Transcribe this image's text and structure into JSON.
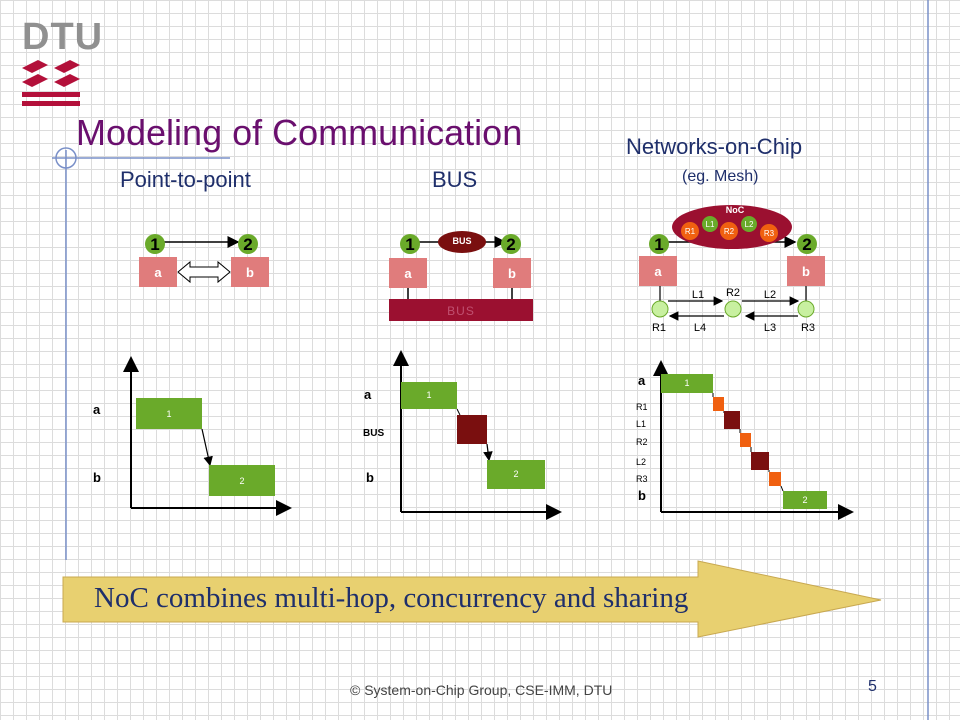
{
  "logo": {
    "text": "DTU"
  },
  "title": "Modeling of Communication",
  "sections": {
    "p2p": {
      "heading": "Point-to-point"
    },
    "bus": {
      "heading": "BUS",
      "bus_label": "BUS",
      "bus_bar_label": "BUS"
    },
    "noc": {
      "heading": "Networks-on-Chip",
      "subheading": "(eg. Mesh)",
      "cloud_label": "NoC"
    }
  },
  "nodes": {
    "one": "1",
    "two": "2",
    "a": "a",
    "b": "b"
  },
  "noc_cloud_routers": [
    "R1",
    "L1",
    "R2",
    "L2",
    "R3"
  ],
  "noc_links": {
    "l1": "L1",
    "r2": "R2",
    "l2": "L2",
    "r1": "R1",
    "l4": "L4",
    "l3": "L3",
    "r3": "R3"
  },
  "timing": {
    "p2p_rows": [
      "a",
      "b"
    ],
    "bus_rows": [
      "a",
      "BUS",
      "b"
    ],
    "noc_rows": [
      "a",
      "R1",
      "L1",
      "R2",
      "L2",
      "R3",
      "b"
    ],
    "block_one": "1",
    "block_two": "2"
  },
  "banner": "NoC combines multi-hop, concurrency and sharing",
  "footer": "© System-on-Chip Group, CSE-IMM, DTU",
  "page_number": "5",
  "colors": {
    "title": "#6a0f6e",
    "heading": "#1f2f6b",
    "green": "#6aaa2a",
    "node_box": "#e07c7c",
    "bus": "#9b1030",
    "dark_red": "#7a0f0f",
    "orange": "#f06010",
    "noc_node": "#c8f0a0",
    "arrow": "#e8d070",
    "logo_red": "#b3103a"
  }
}
